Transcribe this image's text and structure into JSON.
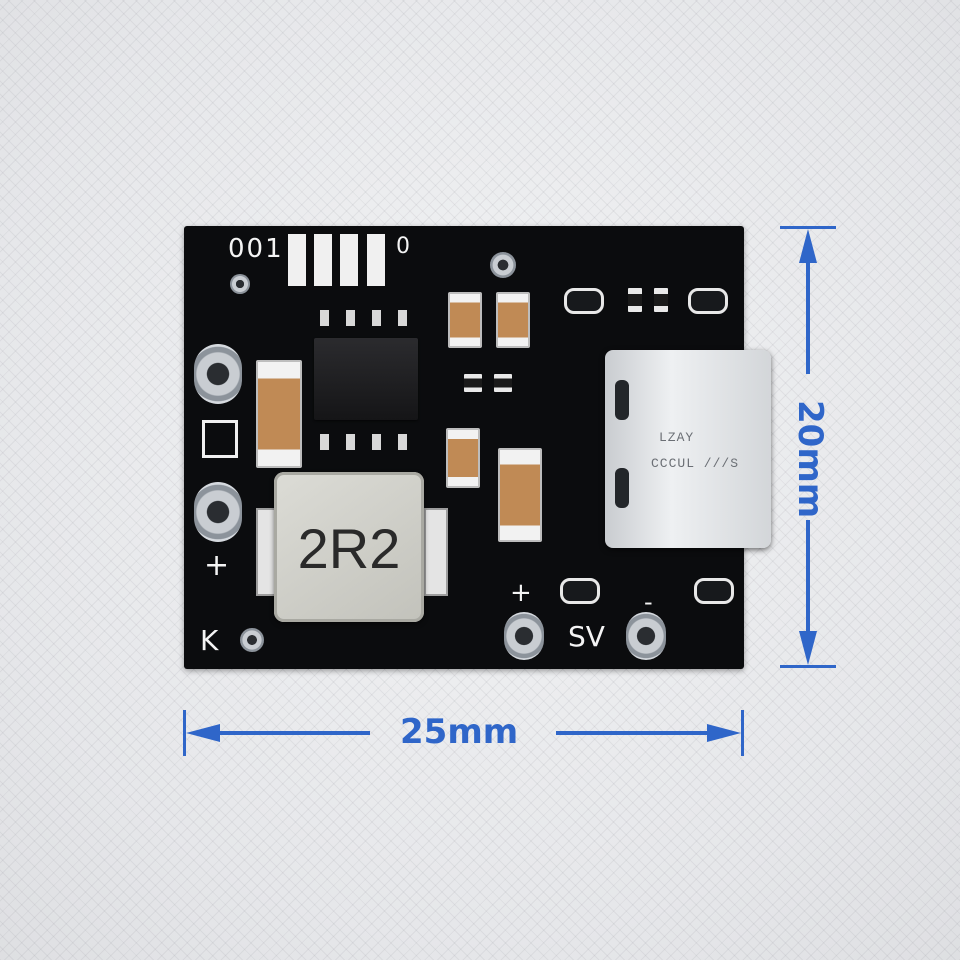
{
  "board": {
    "top_marking": "001",
    "top_marking_right": "0",
    "inductor_code": "2R2",
    "left_plus": "+",
    "bottom_left_mark": "K",
    "bottom_plus": "+",
    "bottom_minus": "-",
    "bottom_right_label": "SV",
    "usb_marking_line1": "LZAY",
    "usb_marking_line2": "CCCUL ///S"
  },
  "dimensions": {
    "width_label": "25mm",
    "height_label": "20mm",
    "accent_color": "#2f66c9"
  }
}
